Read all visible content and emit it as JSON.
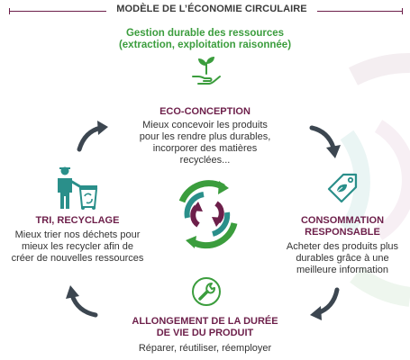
{
  "header": {
    "title": "MODÈLE DE L’ÉCONOMIE CIRCULAIRE"
  },
  "resources": {
    "line1": "Gestion durable des ressources",
    "line2": "(extraction, exploitation raisonnée)"
  },
  "steps": {
    "eco_conception": {
      "title": "ECO-CONCEPTION",
      "desc": [
        "Mieux concevoir les produits",
        "pour les rendre plus durables,",
        "incorporer des matières",
        "recyclées..."
      ]
    },
    "consommation": {
      "title": [
        "CONSOMMATION",
        "RESPONSABLE"
      ],
      "desc": [
        "Acheter des produits plus",
        "durables grâce à une",
        "meilleure information"
      ]
    },
    "allongement": {
      "title": [
        "ALLONGEMENT DE LA DURÉE",
        "DE VIE DU PRODUIT"
      ],
      "desc": [
        "Réparer, réutiliser, réemployer"
      ]
    },
    "tri": {
      "title": "TRI, RECYCLAGE",
      "desc": [
        "Mieux trier nos déchets pour",
        "mieux les recycler afin de",
        "créer de nouvelles ressources"
      ]
    }
  },
  "icons": {
    "center": "recycling-cycle-icon",
    "eco_conception": "hand-plant-icon",
    "consommation": "price-tag-leaf-icon",
    "allongement": "wrench-icon",
    "tri": "worker-recycling-bin-icon"
  },
  "colors": {
    "green": "#3b9d3d",
    "plum": "#6d1f4a",
    "teal": "#2a8f8a",
    "arrow": "#3c4650",
    "text": "#333333"
  }
}
